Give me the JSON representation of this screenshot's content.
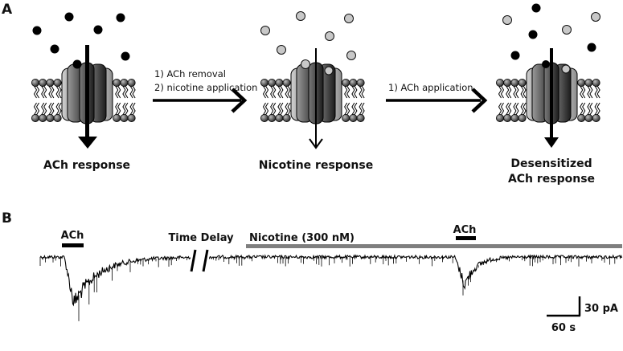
{
  "panel_a": {
    "label": "A",
    "stage_1": {
      "caption": "ACh response"
    },
    "arrow_1": {
      "step_1": "1) ACh removal",
      "step_2": "2) nicotine application"
    },
    "stage_2": {
      "caption": "Nicotine response"
    },
    "arrow_2": {
      "step_1": "1) ACh application"
    },
    "stage_3": {
      "caption_line_1": "Desensitized",
      "caption_line_2": "ACh response"
    }
  },
  "panel_b": {
    "label": "B",
    "ach_label_1": "ACh",
    "time_delay": "Time Delay",
    "nicotine_label": "Nicotine (300 nM)",
    "ach_label_2": "ACh",
    "scale_current": "30 pA",
    "scale_time": "60 s",
    "nicotine_bar_color": "#7f7f7f"
  },
  "colors": {
    "ach_molecule": "#000000",
    "nicotine_molecule": "#c8c8c8"
  }
}
